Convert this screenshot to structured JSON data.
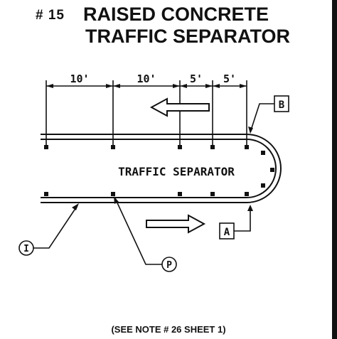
{
  "title": {
    "number": "# 15",
    "line1": "RAISED CONCRETE",
    "line2": "TRAFFIC SEPARATOR"
  },
  "dimensions": [
    "10'",
    "10'",
    "5'",
    "5'"
  ],
  "center_label": "TRAFFIC SEPARATOR",
  "callouts": {
    "A": "A",
    "B": "B",
    "I": "I",
    "P": "P"
  },
  "footer_note": "(SEE NOTE # 26 SHEET 1)"
}
